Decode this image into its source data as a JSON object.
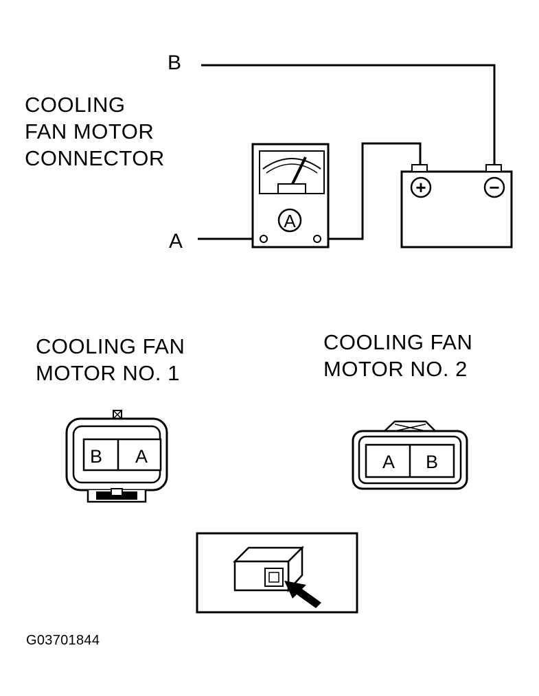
{
  "connector": {
    "title_lines": [
      "COOLING",
      "FAN MOTOR",
      "CONNECTOR"
    ],
    "terminal_a": "A",
    "terminal_b": "B"
  },
  "ammeter": {
    "symbol": "A"
  },
  "battery": {
    "positive_symbol": "+",
    "negative_symbol": "−"
  },
  "motor1": {
    "title_lines": [
      "COOLING FAN",
      "MOTOR NO. 1"
    ],
    "pins": [
      "B",
      "A"
    ]
  },
  "motor2": {
    "title_lines": [
      "COOLING FAN",
      "MOTOR NO. 2"
    ],
    "pins": [
      "A",
      "B"
    ]
  },
  "figure_code": "G03701844"
}
